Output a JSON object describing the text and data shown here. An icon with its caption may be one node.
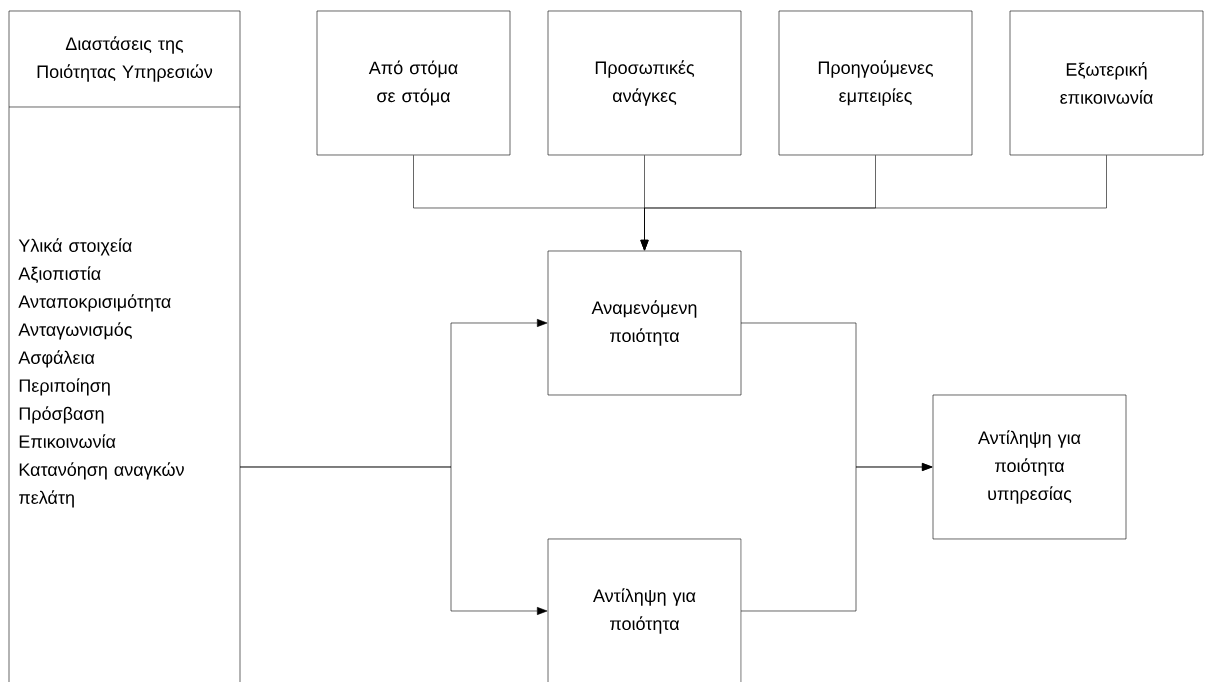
{
  "diagram": {
    "nodes": [
      {
        "text": [
          "Διαστάσεις της Ποιότητας Υπηρεσιών",
          "Υλικά στοιχεία",
          "Αξιοπιστία",
          "Ανταποκρισιμότητα",
          "Ανταγωνισμός",
          "Ασφάλεια",
          "Περιποίηση",
          "Πρόσβαση",
          "Επικοινωνία",
          "Κατανόηση αναγκών πελάτη"
        ]
      },
      {
        "text": [
          "Από στόμα σε στόμα"
        ]
      },
      {
        "text": [
          "Προσωπικές ανάγκες"
        ]
      },
      {
        "text": [
          "Προηγούμενες εμπειρίες"
        ]
      },
      {
        "text": [
          "Εξωτερική επικοινωνία"
        ]
      },
      {
        "text": [
          "Αναμενόμενη ποιότητα"
        ]
      },
      {
        "text": [
          "Αντίληψη για ποιότητα"
        ]
      },
      {
        "text": [
          "Αντίληψη για ποιότητα υπηρεσίας"
        ]
      }
    ],
    "edges": [
      {
        "from": 1,
        "to": 5,
        "arrow": "to"
      },
      {
        "from": 2,
        "to": 5,
        "arrow": "to"
      },
      {
        "from": 3,
        "to": 5,
        "arrow": "to"
      },
      {
        "from": 4,
        "to": 5,
        "arrow": "to"
      },
      {
        "from": 0,
        "to": 5,
        "arrow": "to"
      },
      {
        "from": 0,
        "to": 6,
        "arrow": "to"
      },
      {
        "from": 5,
        "to": 7,
        "arrow": "to"
      },
      {
        "from": 6,
        "to": 7,
        "arrow": "to"
      }
    ]
  }
}
